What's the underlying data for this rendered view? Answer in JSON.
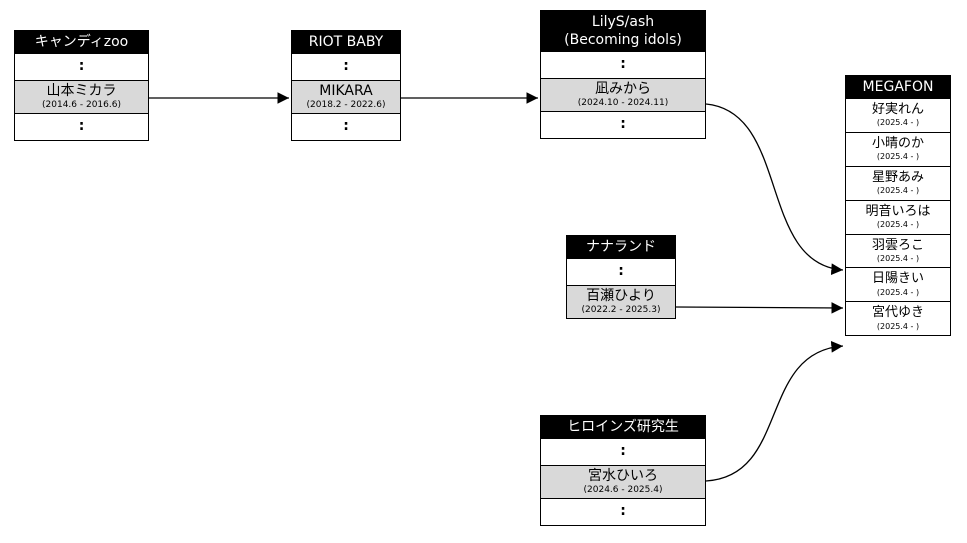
{
  "diagram": {
    "boxes": {
      "candy_zoo": {
        "title": "キャンディzoo",
        "ellipsis_top": ":",
        "member": {
          "name": "山本ミカラ",
          "dates": "(2014.6 - 2016.6)"
        },
        "ellipsis_bottom": ":"
      },
      "riot_baby": {
        "title": "RIOT BABY",
        "ellipsis_top": ":",
        "member": {
          "name": "MIKARA",
          "dates": "(2018.2 - 2022.6)"
        },
        "ellipsis_bottom": ":"
      },
      "lilys_ash": {
        "title": "LilyS/ash",
        "subtitle": "(Becoming idols)",
        "ellipsis_top": ":",
        "member": {
          "name": "凪みから",
          "dates": "(2024.10 - 2024.11)"
        },
        "ellipsis_bottom": ":"
      },
      "nanaland": {
        "title": "ナナランド",
        "ellipsis_top": ":",
        "member": {
          "name": "百瀬ひより",
          "dates": "(2022.2 - 2025.3)"
        }
      },
      "heroines_kenkyusei": {
        "title": "ヒロインズ研究生",
        "ellipsis_top": ":",
        "member": {
          "name": "宮水ひいろ",
          "dates": "(2024.6 - 2025.4)"
        },
        "ellipsis_bottom": ":"
      },
      "megafon": {
        "title": "MEGAFON",
        "members": [
          {
            "name": "好実れん",
            "dates": "(2025.4 - )"
          },
          {
            "name": "小晴のか",
            "dates": "(2025.4 - )"
          },
          {
            "name": "星野あみ",
            "dates": "(2025.4 - )"
          },
          {
            "name": "明音いろは",
            "dates": "(2025.4 - )"
          },
          {
            "name": "羽雲ろこ",
            "dates": "(2025.4 - )"
          },
          {
            "name": "日陽きい",
            "dates": "(2025.4 - )"
          },
          {
            "name": "宮代ゆき",
            "dates": "(2025.4 - )"
          }
        ]
      }
    },
    "colors": {
      "header_bg": "#000000",
      "header_text": "#ffffff",
      "highlight_row_bg": "#d9d9d9",
      "row_bg": "#ffffff",
      "border": "#000000",
      "background": "#ffffff"
    }
  }
}
